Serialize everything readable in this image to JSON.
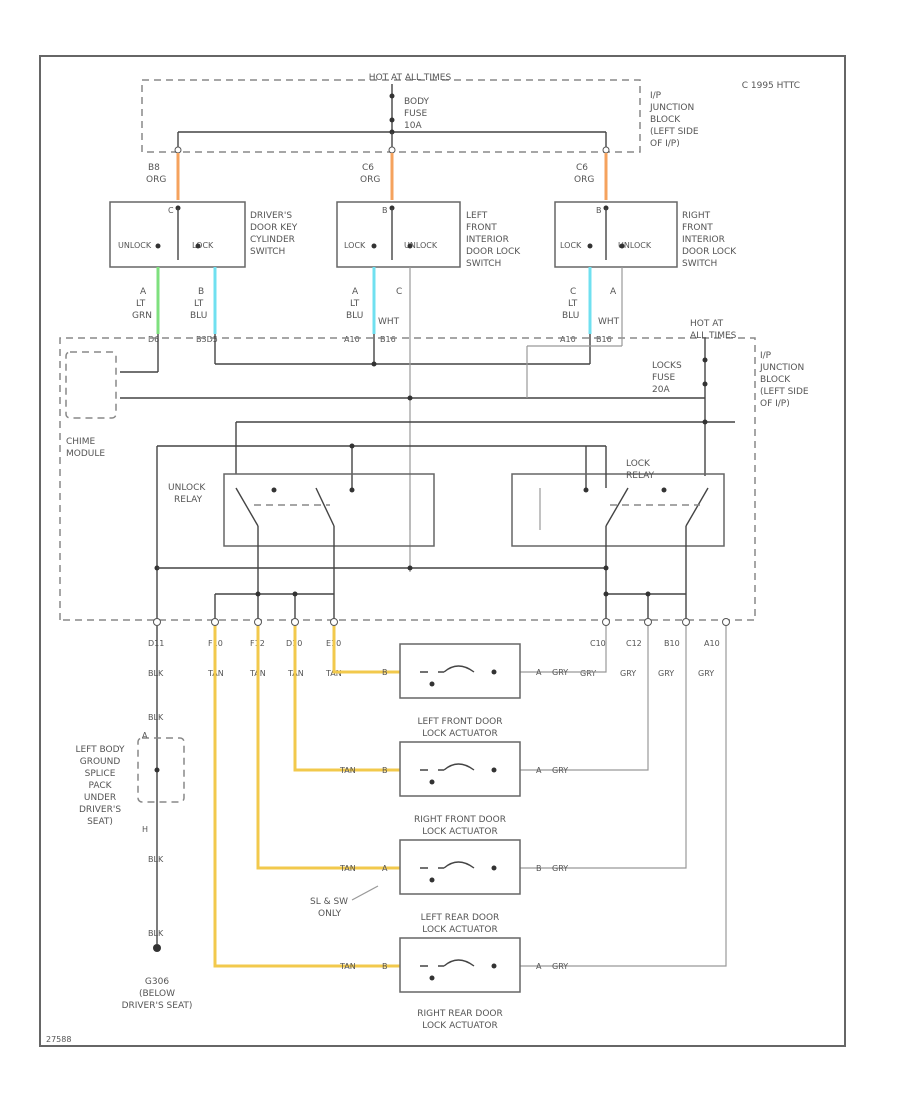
{
  "colors": {
    "orange": "#f5a25d",
    "yellow": "#f2c94c",
    "green": "#7ee07e",
    "cyan": "#70e0f0",
    "line": "#444444",
    "light_line": "#999999"
  },
  "header": {
    "hot_note": "HOT AT ALL TIMES",
    "copyright": "C 1995 HTTC"
  },
  "fuse": {
    "name_1": "BODY",
    "name_2": "FUSE",
    "rating": "10A"
  },
  "ip_junction_top": [
    "I/P",
    "JUNCTION",
    "BLOCK",
    "(LEFT SIDE",
    "OF I/P)"
  ],
  "ip_junction_right": [
    "I/P",
    "JUNCTION",
    "BLOCK",
    "(LEFT SIDE",
    "OF I/P)"
  ],
  "hot_at_all_times_right": [
    "HOT AT",
    "ALL TIMES"
  ],
  "locks_fuse": [
    "LOCKS",
    "FUSE",
    "20A"
  ],
  "switches": [
    {
      "pin_top": "B8",
      "wire_top": "ORG",
      "pin_in": "C",
      "left_term": "UNLOCK",
      "right_term": "LOCK",
      "name": [
        "DRIVER'S",
        "DOOR KEY",
        "CYLINDER",
        "SWITCH"
      ],
      "out_left_pin": "A",
      "out_left_wire": [
        "LT",
        "GRN"
      ],
      "out_right_pin": "B",
      "out_right_wire": [
        "LT",
        "BLU"
      ],
      "conn_left": "D6",
      "conn_right": "B3D5"
    },
    {
      "pin_top": "C6",
      "wire_top": "ORG",
      "pin_in": "B",
      "left_term": "LOCK",
      "right_term": "UNLOCK",
      "name": [
        "LEFT",
        "FRONT",
        "INTERIOR",
        "DOOR LOCK",
        "SWITCH"
      ],
      "out_left_pin": "A",
      "out_left_wire": [
        "LT",
        "BLU"
      ],
      "out_right_pin": "C",
      "out_right_wire": [
        "WHT"
      ],
      "conn_left": "A10",
      "conn_right": "B16"
    },
    {
      "pin_top": "C6",
      "wire_top": "ORG",
      "pin_in": "B",
      "left_term": "LOCK",
      "right_term": "UNLOCK",
      "name": [
        "RIGHT",
        "FRONT",
        "INTERIOR",
        "DOOR LOCK",
        "SWITCH"
      ],
      "out_left_pin": "C",
      "out_left_wire": [
        "LT",
        "BLU"
      ],
      "out_right_pin": "A",
      "out_right_wire": [
        "WHT"
      ],
      "conn_left": "A10",
      "conn_right": "B16"
    }
  ],
  "chime": {
    "label_1": "CHIME",
    "label_2": "MODULE"
  },
  "relays": {
    "unlock": [
      "UNLOCK",
      "RELAY"
    ],
    "lock": [
      "LOCK",
      "RELAY"
    ]
  },
  "bottom_pins": [
    "D11",
    "F10",
    "F12",
    "D10",
    "E10",
    "C10",
    "C12",
    "B10",
    "A10"
  ],
  "wire_labels": {
    "blk": "BLK",
    "tan": "TAN",
    "gry": "GRY"
  },
  "actuators": [
    {
      "name": [
        "LEFT FRONT DOOR",
        "LOCK ACTUATOR"
      ],
      "pin_left": "B",
      "pin_right": "A"
    },
    {
      "name": [
        "RIGHT FRONT DOOR",
        "LOCK ACTUATOR"
      ],
      "pin_left": "B",
      "pin_right": "A"
    },
    {
      "name": [
        "LEFT REAR DOOR",
        "LOCK ACTUATOR"
      ],
      "pin_left": "A",
      "pin_right": "B"
    },
    {
      "name": [
        "RIGHT REAR DOOR",
        "LOCK ACTUATOR"
      ],
      "pin_left": "B",
      "pin_right": "A"
    }
  ],
  "ground_splice": {
    "name": [
      "LEFT BODY",
      "GROUND",
      "SPLICE",
      "PACK",
      "UNDER",
      "DRIVER'S",
      "SEAT)"
    ],
    "pin_top": "A",
    "pin_bottom": "H"
  },
  "ground": {
    "name": [
      "G306",
      "(BELOW",
      "DRIVER'S SEAT)"
    ]
  },
  "sl_note": [
    "SL & SW",
    "ONLY"
  ],
  "diagram_id": "27588"
}
